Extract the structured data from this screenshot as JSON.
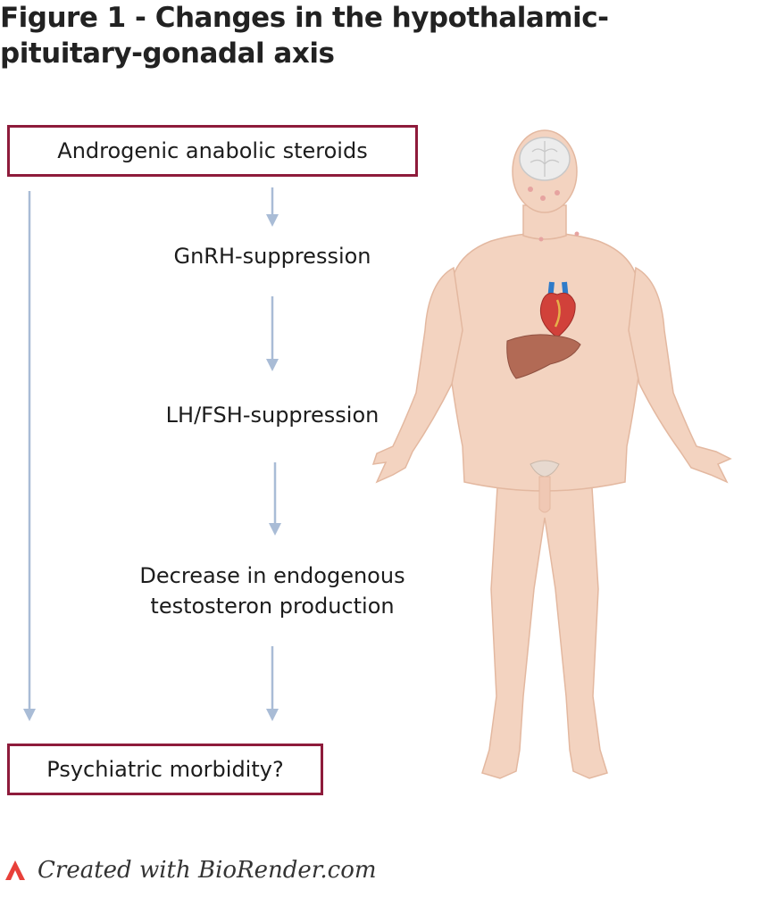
{
  "figure": {
    "title": "Figure 1 - Changes in the hypothalamic-pituitary-gonadal axis",
    "start_box": "Androgenic anabolic steroids",
    "steps": [
      "GnRH-suppression",
      "LH/FSH-suppression",
      "Decrease in endogenous testosteron production"
    ],
    "end_box": "Psychiatric morbidity?",
    "footer": "Created with BioRender.com"
  },
  "colors": {
    "box_border": "#8e1b3b",
    "arrow": "#a9bcd6",
    "skin": "#f3d3c0",
    "logo": "#e8403a"
  },
  "icons": [
    "brain-icon",
    "heart-icon",
    "liver-icon",
    "human-body-illustration",
    "biorender-logo-icon"
  ]
}
